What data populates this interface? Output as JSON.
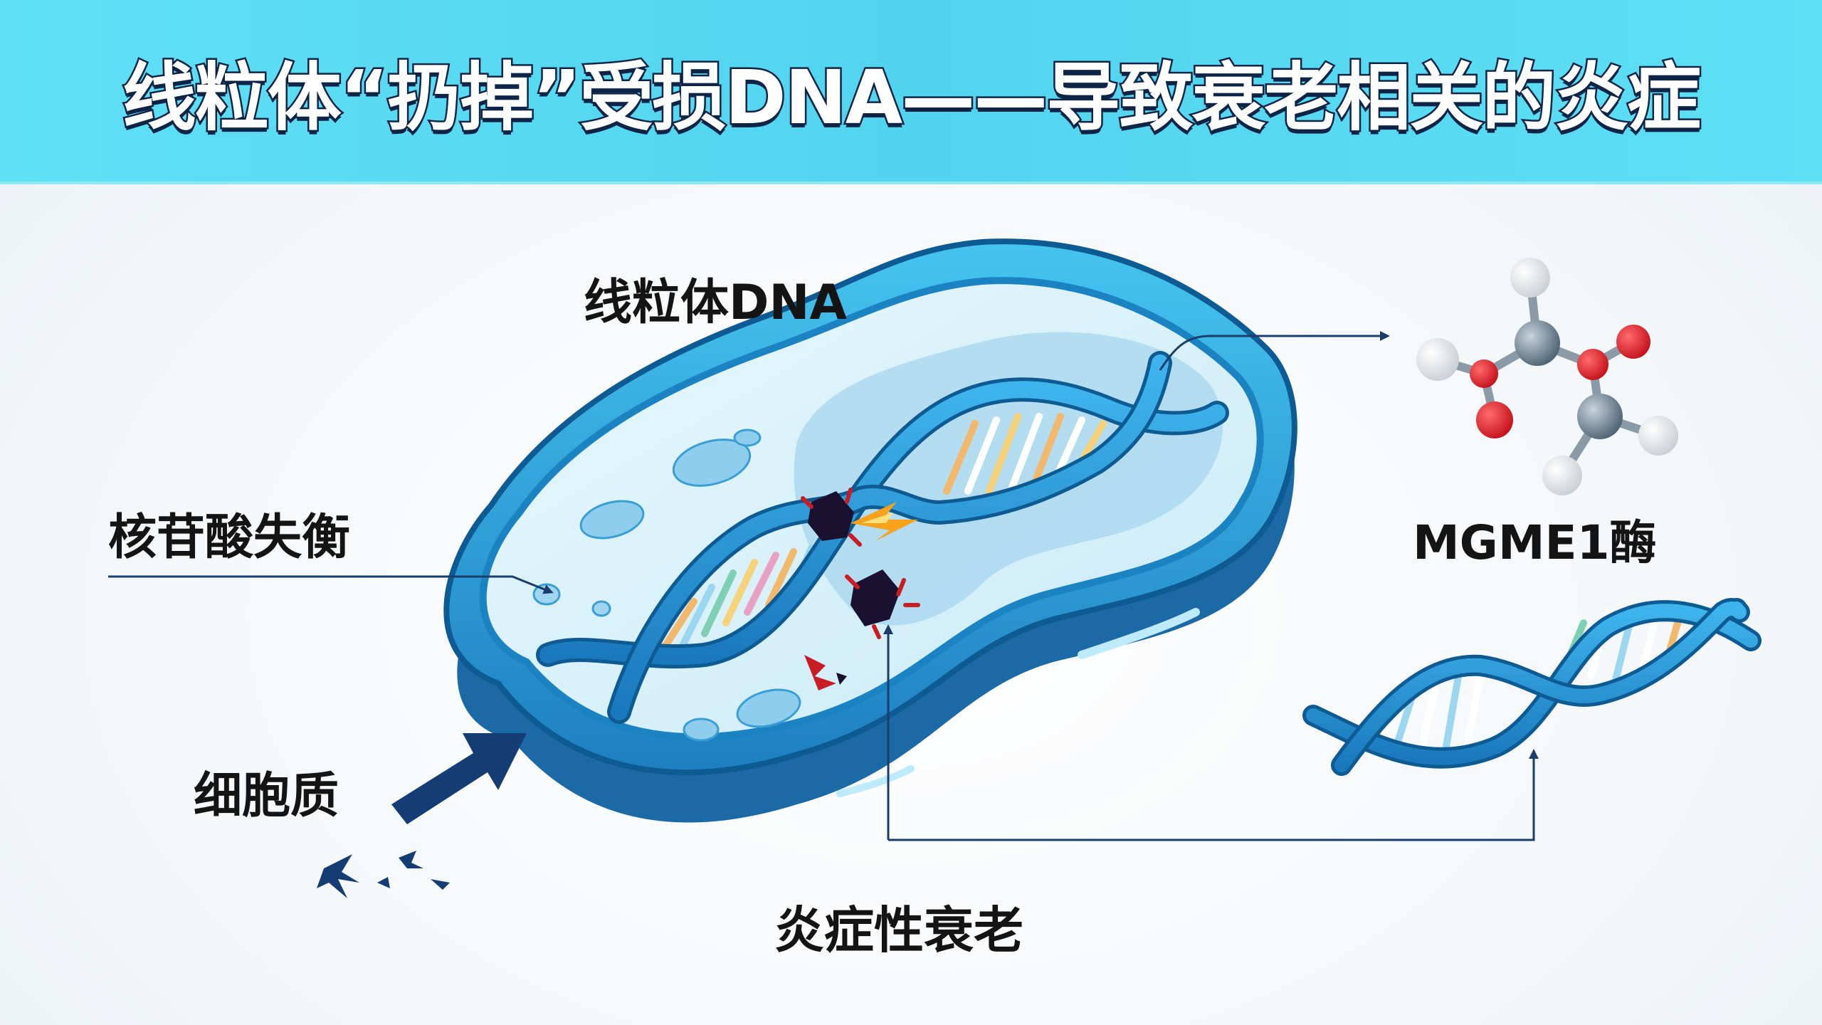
{
  "title": "线粒体“扔掉”受损DNA——导致衰老相关的炎症",
  "labels": {
    "mtdna": "线粒体DNA",
    "nucleotide_imbalance": "核苷酸失衡",
    "cytoplasm": "细胞质",
    "mgme1_enzyme": "MGME1酶",
    "inflammaging": "炎症性衰老"
  },
  "colors": {
    "banner": "#55d8f1",
    "title_fill": "#ffffff",
    "title_outline": "#0d2447",
    "membrane": "#2a9fd6",
    "membrane_dark": "#1a6fa8",
    "dna_strand": "#2596d4",
    "arrow": "#1a3d6e",
    "damage": "#c81d25",
    "spark": "#f7a21b"
  },
  "icons": {
    "molecule": "mgme1-molecule-icon",
    "damage": "dna-break-icon",
    "arrow": "big-arrow-icon"
  }
}
